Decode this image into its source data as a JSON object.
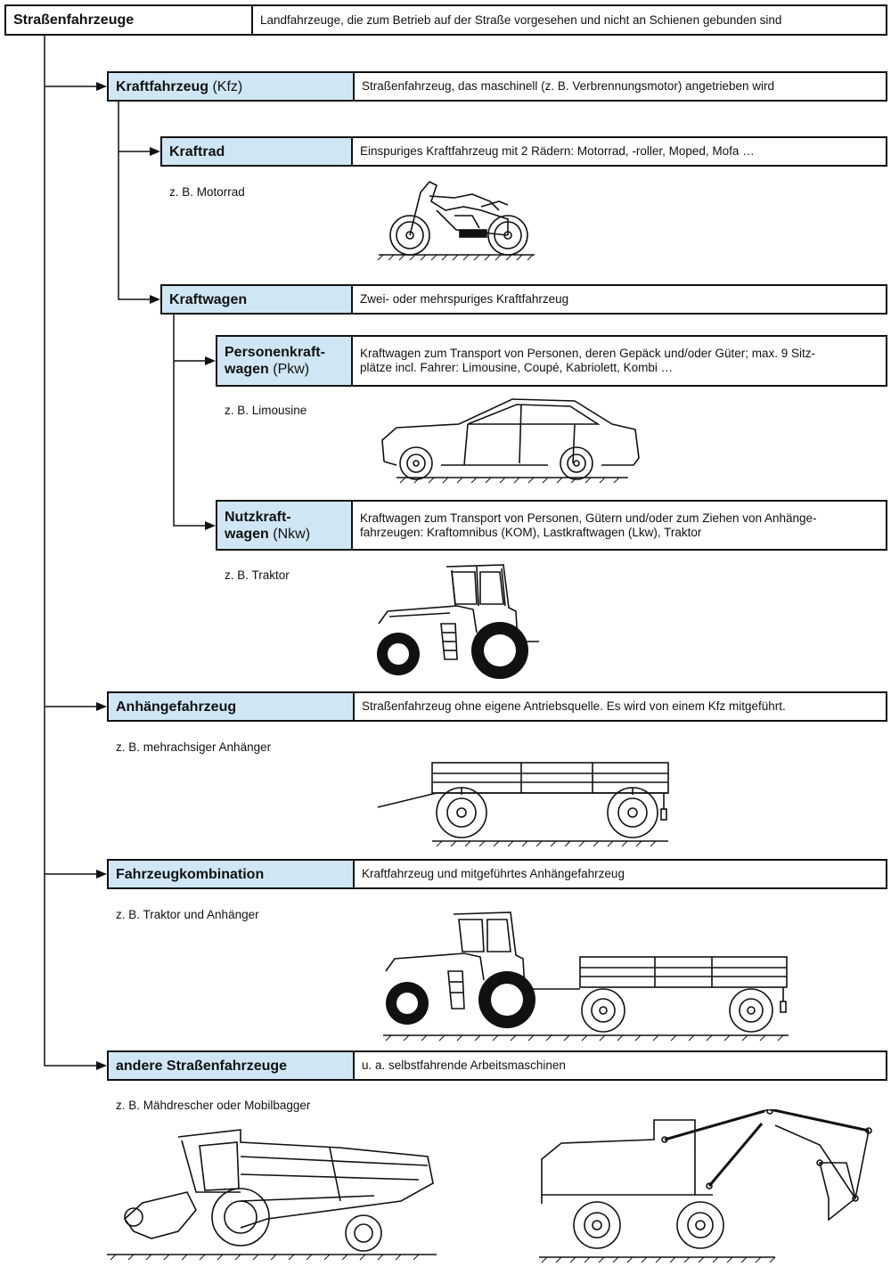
{
  "root": {
    "term": "Straßenfahrzeuge",
    "definition": "Landfahrzeuge, die zum Betrieb auf der Straße vorgesehen und nicht an Schienen gebunden sind"
  },
  "kfz": {
    "term": "Kraftfahrzeug",
    "abbr": "(Kfz)",
    "definition": "Straßenfahrzeug, das maschinell (z. B. Verbrennungsmotor) angetrieben wird"
  },
  "kraftrad": {
    "term": "Kraftrad",
    "definition": "Einspuriges Kraftfahrzeug mit 2 Rädern: Motorrad, -roller, Moped, Mofa …",
    "example": "z. B. Motorrad"
  },
  "kraftwagen": {
    "term": "Kraftwagen",
    "definition": "Zwei- oder mehrspuriges Kraftfahrzeug"
  },
  "pkw": {
    "term_line1": "Personenkraft-",
    "term_line2": "wagen",
    "abbr": "(Pkw)",
    "definition_line1": "Kraftwagen zum Transport von Personen, deren Gepäck und/oder Güter; max. 9 Sitz-",
    "definition_line2": "plätze incl. Fahrer: Limousine, Coupé, Kabriolett, Kombi …",
    "example": "z. B. Limousine"
  },
  "nkw": {
    "term_line1": "Nutzkraft-",
    "term_line2": "wagen",
    "abbr": "(Nkw)",
    "definition_line1": "Kraftwagen zum Transport von Personen, Gütern und/oder zum Ziehen von Anhänge-",
    "definition_line2": "fahrzeugen: Kraftomnibus (KOM), Lastkraftwagen (Lkw), Traktor",
    "example": "z. B. Traktor"
  },
  "anhaenger": {
    "term": "Anhängefahrzeug",
    "definition": "Straßenfahrzeug ohne eigene Antriebsquelle. Es wird von einem Kfz mitgeführt.",
    "example": "z. B. mehrachsiger Anhänger"
  },
  "kombination": {
    "term": "Fahrzeugkombination",
    "definition": "Kraftfahrzeug und mitgeführtes Anhängefahrzeug",
    "example": "z. B. Traktor und Anhänger"
  },
  "andere": {
    "term": "andere Straßenfahrzeuge",
    "definition": "u. a. selbstfahrende Arbeitsmaschinen",
    "example": "z. B. Mähdrescher oder Mobilbagger"
  },
  "colors": {
    "term_fill": "#cfe7f5",
    "line": "#111111"
  }
}
